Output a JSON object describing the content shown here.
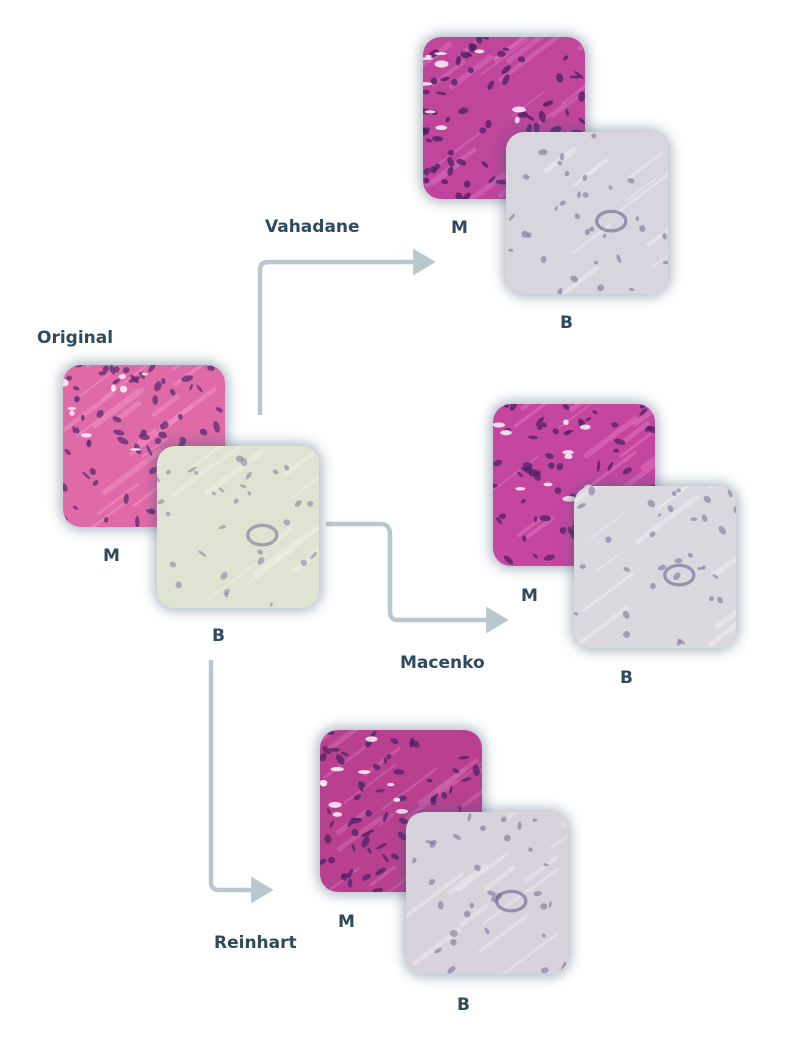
{
  "original": {
    "title": "Original",
    "m_label": "M",
    "b_label": "B"
  },
  "methods": [
    {
      "name": "Vahadane",
      "m_label": "M",
      "b_label": "B"
    },
    {
      "name": "Macenko",
      "m_label": "M",
      "b_label": "B"
    },
    {
      "name": "Reinhart",
      "m_label": "M",
      "b_label": "B"
    }
  ],
  "colors": {
    "arrow": "#b9c8cf",
    "label_text": "#2e4a5e",
    "tile_shadow": "#465f7d",
    "original_m_base": "#e06aa8",
    "original_b_base": "#dfe3d2",
    "normalized_m_base": "#c0469b",
    "normalized_b_base": "#d9d5df"
  }
}
